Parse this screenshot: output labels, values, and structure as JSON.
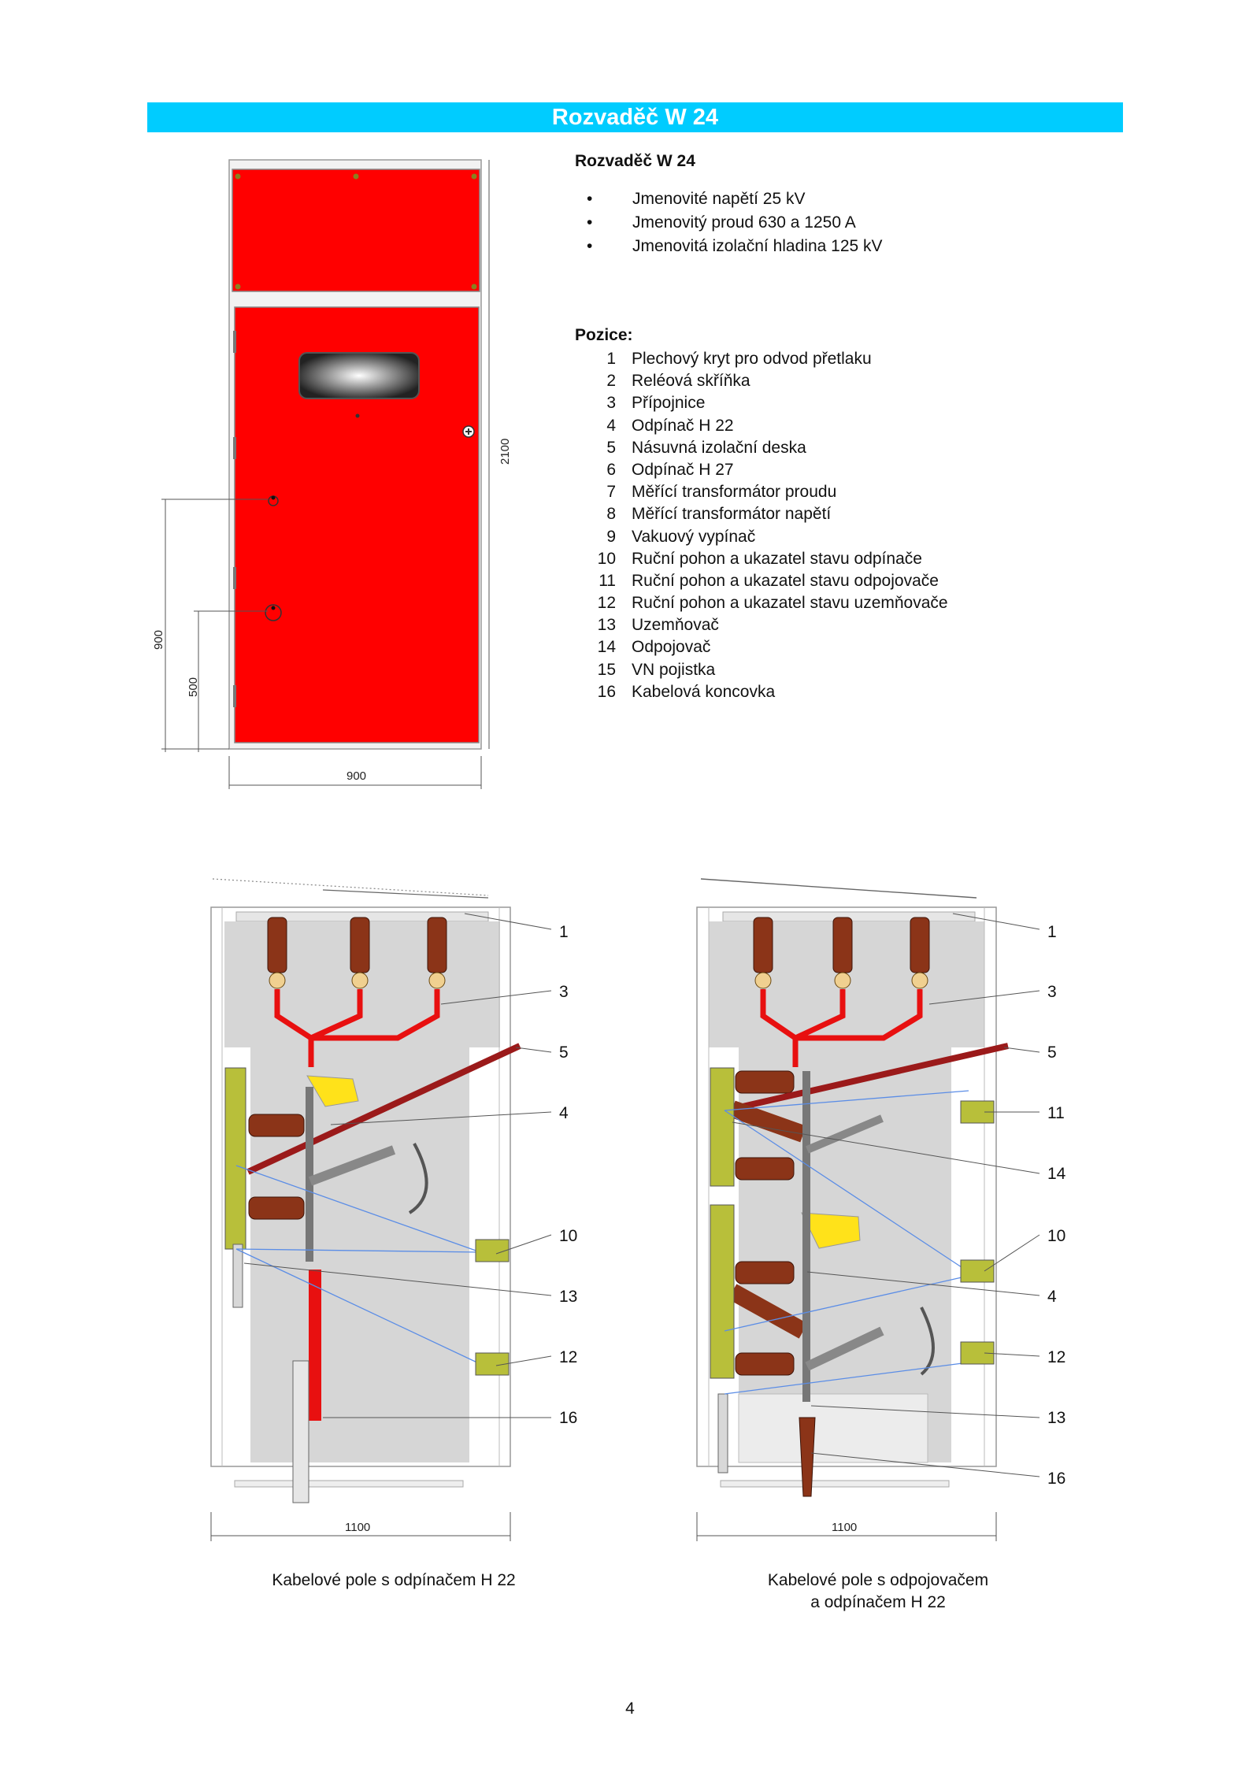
{
  "banner": {
    "title": "Rozvaděč W 24"
  },
  "intro": {
    "heading": "Rozvaděč W 24",
    "specs": [
      "Jmenovité napětí 25 kV",
      "Jmenovitý proud 630 a 1250 A",
      "Jmenovitá izolační hladina 125 kV"
    ]
  },
  "positions": {
    "heading": "Pozice:",
    "items": [
      {
        "num": "1",
        "label": "Plechový kryt pro odvod přetlaku"
      },
      {
        "num": "2",
        "label": "Reléová skříňka"
      },
      {
        "num": "3",
        "label": "Přípojnice"
      },
      {
        "num": "4",
        "label": "Odpínač H 22"
      },
      {
        "num": "5",
        "label": "Násuvná izolační deska"
      },
      {
        "num": "6",
        "label": "Odpínač H 27"
      },
      {
        "num": "7",
        "label": "Měřící transformátor proudu"
      },
      {
        "num": "8",
        "label": "Měřící transformátor napětí"
      },
      {
        "num": "9",
        "label": "Vakuový vypínač"
      },
      {
        "num": "10",
        "label": "Ruční pohon a ukazatel stavu odpínače"
      },
      {
        "num": "11",
        "label": "Ruční pohon a ukazatel stavu odpojovače"
      },
      {
        "num": "12",
        "label": "Ruční pohon a ukazatel stavu uzemňovače"
      },
      {
        "num": "13",
        "label": "Uzemňovač"
      },
      {
        "num": "14",
        "label": "Odpojovač"
      },
      {
        "num": "15",
        "label": "VN pojistka"
      },
      {
        "num": "16",
        "label": "Kabelová koncovka"
      }
    ]
  },
  "front_view": {
    "dim_height": "2100",
    "dim_width": "900",
    "dim_900": "900",
    "dim_500": "500"
  },
  "left_diagram": {
    "callouts": [
      "1",
      "3",
      "5",
      "4",
      "10",
      "13",
      "12",
      "16"
    ],
    "dim": "1100",
    "caption": "Kabelové pole s odpínačem H 22"
  },
  "right_diagram": {
    "callouts": [
      "1",
      "3",
      "5",
      "11",
      "14",
      "10",
      "4",
      "12",
      "13",
      "16"
    ],
    "dim": "1100",
    "caption_line1": "Kabelové pole s odpojovačem",
    "caption_line2": "a odpínačem H 22"
  },
  "page_number": "4",
  "colors": {
    "banner": "#00ccff",
    "panel_red": "#ff0000",
    "busbar_red": "#e81010",
    "insulator_brown": "#8b3418",
    "gray_bg": "#d6d6d6"
  }
}
